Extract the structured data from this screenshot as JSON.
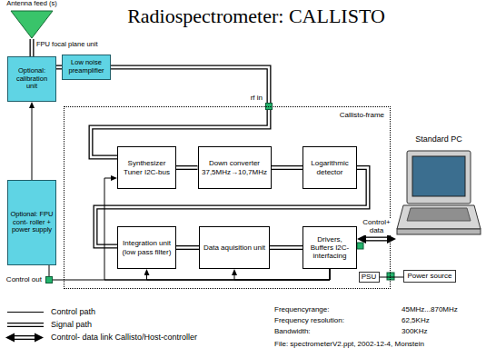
{
  "diagram": {
    "title": "Radiospectrometer: CALLISTO",
    "nodes": [
      {
        "text": [
          "Antenna feed (s)"
        ]
      },
      {
        "text": [
          "Optional: calibration unit"
        ]
      },
      {
        "text": [
          "Low noise preamplifier"
        ]
      },
      {
        "text": [
          "rf in"
        ]
      },
      {
        "text": [
          "Optional: FPU cont- roller + power supply"
        ]
      },
      {
        "text": [
          "Callisto-frame"
        ]
      },
      {
        "text": [
          "Synthesizer Tuner I2C-bus"
        ],
        "in": 5
      },
      {
        "text": [
          "Down converter 37,5MHz→10,7MHz"
        ],
        "in": 5
      },
      {
        "text": [
          "Logarithmic detector"
        ],
        "in": 5
      },
      {
        "text": [
          "Integration unit (low pass filter)"
        ],
        "in": 5
      },
      {
        "text": [
          "Data aquisition unit"
        ],
        "in": 5
      },
      {
        "text": [
          "Drivers, Buffers I2C-interfacing"
        ],
        "in": 5
      },
      {
        "text": [
          "Standard PC"
        ]
      },
      {
        "text": [
          "Control out"
        ]
      },
      {
        "text": [
          "PSU"
        ],
        "in": 5
      },
      {
        "text": [
          "Power source"
        ]
      }
    ],
    "edges": [
      {
        "from": 0,
        "to": 1,
        "arrow": "none"
      },
      {
        "from": 1,
        "to": 2,
        "arrow": "none"
      },
      {
        "from": 2,
        "to": 3,
        "arrow": "none"
      },
      {
        "from": 3,
        "to": 6,
        "arrow": "none"
      },
      {
        "from": 6,
        "to": 7,
        "arrow": "none"
      },
      {
        "from": 7,
        "to": 8,
        "arrow": "none"
      },
      {
        "from": 8,
        "to": 9,
        "arrow": "none"
      },
      {
        "from": 9,
        "to": 10,
        "arrow": "none"
      },
      {
        "from": 10,
        "to": 11,
        "arrow": "none"
      },
      {
        "from": 11,
        "to": 12,
        "arrow": "both",
        "label": "Control+ data"
      },
      {
        "from": 11,
        "to": 9,
        "arrow": "to"
      },
      {
        "from": 11,
        "to": 10,
        "arrow": "to"
      },
      {
        "from": 11,
        "to": 6,
        "arrow": "to"
      },
      {
        "from": 11,
        "to": 13,
        "arrow": "none"
      },
      {
        "from": 13,
        "to": 4,
        "arrow": "none"
      },
      {
        "from": 4,
        "to": 1,
        "arrow": "to"
      },
      {
        "from": 14,
        "to": 15,
        "arrow": "none"
      }
    ],
    "labels": [
      "FPU focal plane unit",
      "Frequencyrange:",
      "45MHz...870MHz",
      "Frequency resolution:",
      "62,5KHz",
      "Bandwidth:",
      "300KHz",
      "File: spectrometerV2.ppt, 2002-12-4, Monstein"
    ],
    "legend": [
      {
        "text": "Control path"
      },
      {
        "text": "Signal path"
      },
      {
        "text": "Control- data link Callisto/Host-controller"
      }
    ]
  }
}
